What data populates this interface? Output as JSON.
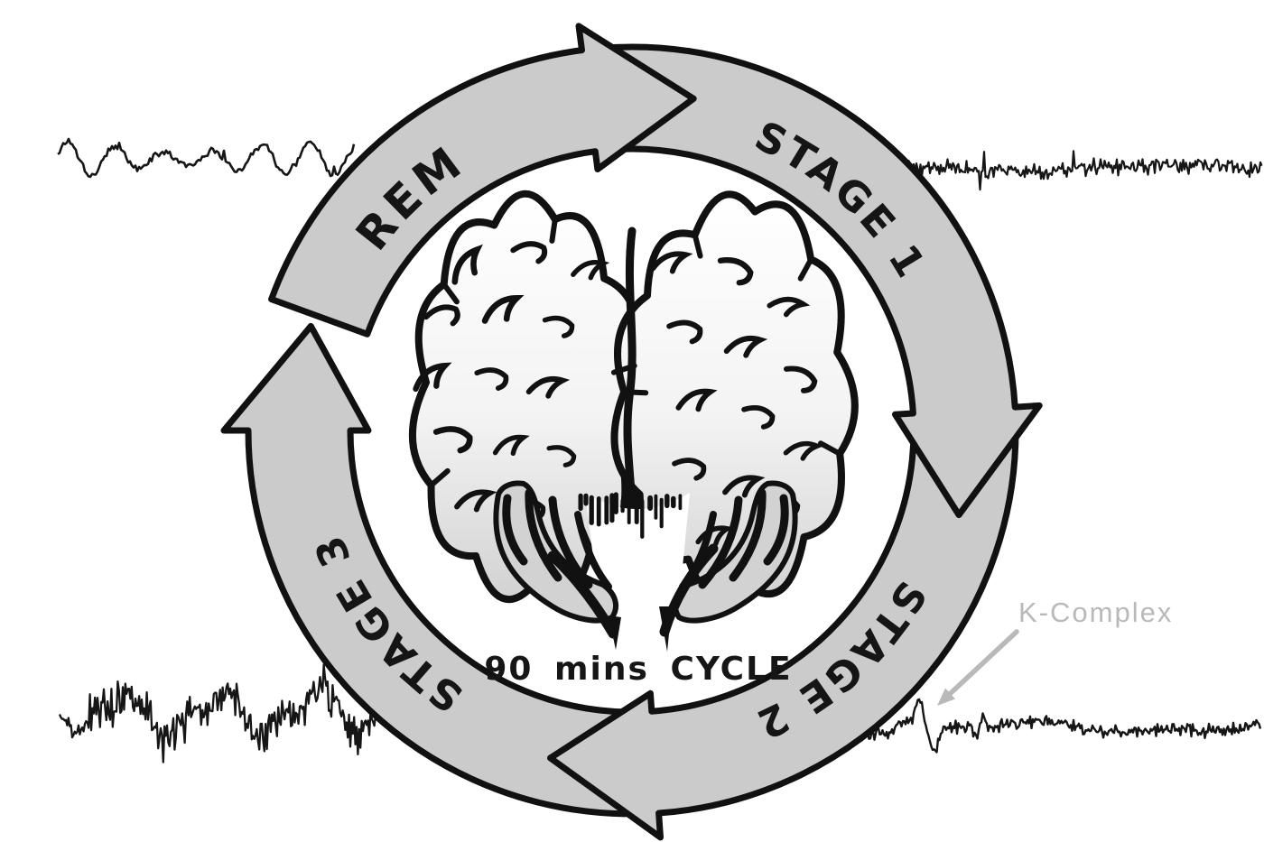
{
  "diagram": {
    "stage_labels": {
      "rem": "REM",
      "stage1": "STAGE 1",
      "stage2": "STAGE 2",
      "stage3": "STAGE 3"
    },
    "center_caption": "90 mins CYCLE",
    "annotation_label": "K-Complex",
    "cycle_order": [
      "REM",
      "STAGE 1",
      "STAGE 2",
      "STAGE 3"
    ],
    "colors": {
      "arrow_fill": "#cbcbcb",
      "outline": "#111111",
      "annotation": "#b9b9b9",
      "waveform": "#161616",
      "background": "#ffffff"
    },
    "waveforms": [
      {
        "name": "rem-eeg",
        "position": "top-left",
        "pattern": "rhythmic theta / sawtooth waves"
      },
      {
        "name": "stage1-eeg",
        "position": "top-right",
        "pattern": "low amplitude mixed frequency"
      },
      {
        "name": "stage3-eeg",
        "position": "bottom-left",
        "pattern": "high amplitude slow delta waves"
      },
      {
        "name": "stage2-eeg",
        "position": "bottom-right",
        "pattern": "mixed frequency with K-Complex"
      }
    ]
  }
}
